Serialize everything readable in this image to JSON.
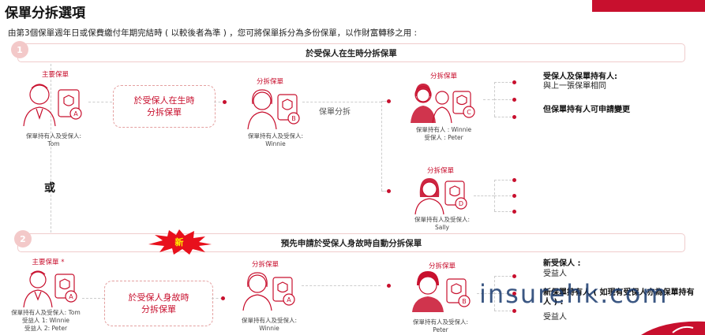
{
  "page": {
    "title": "保單分拆選項",
    "intro": "由第3個保單週年日或保費繳付年期完結時 ( 以較後者為準 ) ，您可將保單拆分為多份保單，以作財富轉移之用 :",
    "watermark": "insurehk.com"
  },
  "stage1": {
    "number": "1",
    "heading": "於受保人在生時分拆保單",
    "main_label": "主要保單",
    "main_caption_line1": "保單持有人及受保人:",
    "main_caption_line2": "Tom",
    "main_badge": "A",
    "process_box_line1": "於受保人在生時",
    "process_box_line2": "分拆保單",
    "split_label": "分拆保單",
    "split_caption_line1": "保單持有人及受保人:",
    "split_caption_line2": "Winnie",
    "split_badge": "B",
    "branch_label": "保單分拆",
    "branch_top_label": "分拆保單",
    "branch_top_caption_line1": "保單持有人 : Winnie",
    "branch_top_caption_line2": "受保人 : Peter",
    "branch_top_badge": "C",
    "branch_bottom_label": "分拆保單",
    "branch_bottom_caption_line1": "保單持有人及受保人:",
    "branch_bottom_caption_line2": "Sally",
    "branch_bottom_badge": "D",
    "side_heading": "受保人及保單持有人:",
    "side_text": "與上一張保單相同",
    "side_note": "但保單持有人可申請變更"
  },
  "or_text": "或",
  "stage2": {
    "number": "2",
    "new_badge": "新",
    "heading": "預先申請於受保人身故時自動分拆保單",
    "main_label": "主要保單 *",
    "main_caption_line1": "保單持有人及受保人: Tom",
    "main_caption_line2": "受益人 1: Winnie",
    "main_caption_line3": "受益人 2: Peter",
    "main_badge": "A",
    "process_box_line1": "於受保人身故時",
    "process_box_line2": "分拆保單",
    "split1_label": "分拆保單",
    "split1_caption_line1": "保單持有人及受保人:",
    "split1_caption_line2": "Winnie",
    "split1_badge": "A",
    "split2_label": "分拆保單",
    "split2_caption_line1": "保單持有人及受保人:",
    "split2_caption_line2": "Peter",
    "split2_badge": "B",
    "side_heading": "新受保人 :",
    "side_text": "受益人",
    "side_heading2": "新保單持有人 ( 如現有受保人亦為保單持有人 ) :",
    "side_text2": "受益人"
  },
  "colors": {
    "accent": "#c8102e",
    "soft_red": "#f3c9c9",
    "border": "#f0cccc"
  }
}
